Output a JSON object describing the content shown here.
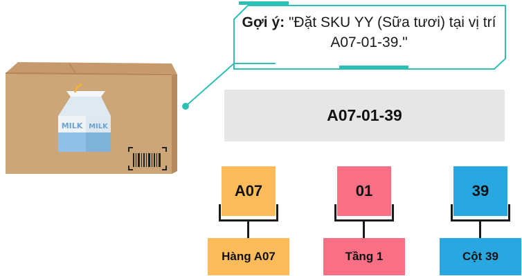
{
  "hint": {
    "prefix": "Gợi ý:",
    "text": " \"Đặt SKU YY (Sữa tươi) tại vị trí A07-01-39.\""
  },
  "location_code": "A07-01-39",
  "segments": [
    {
      "code": "A07",
      "label": "Hàng A07",
      "color": "#fdbb59"
    },
    {
      "code": "01",
      "label": "Tầng 1",
      "color": "#f86f86"
    },
    {
      "code": "39",
      "label": "Cột 39",
      "color": "#29a7e1"
    }
  ],
  "box": {
    "carton_label": "MILK",
    "icons": [
      "milk-carton-icon",
      "barcode-icon"
    ]
  },
  "colors": {
    "accent": "#2bbfb6",
    "code_bar": "#e6e6e6"
  }
}
